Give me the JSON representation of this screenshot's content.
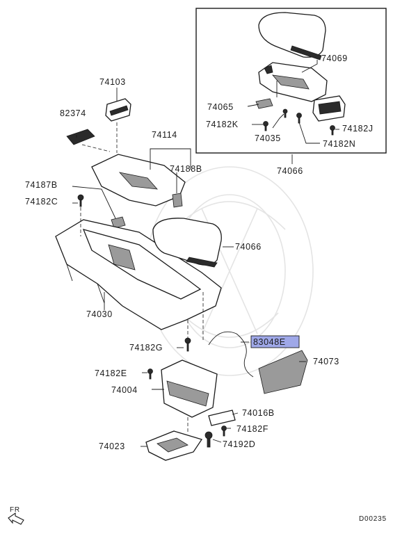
{
  "diagram": {
    "callouts": [
      {
        "id": "74103",
        "text": "74103"
      },
      {
        "id": "82374",
        "text": "82374"
      },
      {
        "id": "74114",
        "text": "74114"
      },
      {
        "id": "74188B",
        "text": "74188B"
      },
      {
        "id": "74187B",
        "text": "74187B"
      },
      {
        "id": "74182C",
        "text": "74182C"
      },
      {
        "id": "74066a",
        "text": "74066"
      },
      {
        "id": "74030",
        "text": "74030"
      },
      {
        "id": "74069",
        "text": "74069"
      },
      {
        "id": "74065",
        "text": "74065"
      },
      {
        "id": "74182K",
        "text": "74182K"
      },
      {
        "id": "74035",
        "text": "74035"
      },
      {
        "id": "74182N",
        "text": "74182N"
      },
      {
        "id": "74182J",
        "text": "74182J"
      },
      {
        "id": "74066b",
        "text": "74066"
      },
      {
        "id": "83048E",
        "text": "83048E"
      },
      {
        "id": "74073",
        "text": "74073"
      },
      {
        "id": "74182G",
        "text": "74182G"
      },
      {
        "id": "74182E",
        "text": "74182E"
      },
      {
        "id": "74004",
        "text": "74004"
      },
      {
        "id": "74016B",
        "text": "74016B"
      },
      {
        "id": "74182F",
        "text": "74182F"
      },
      {
        "id": "74023",
        "text": "74023"
      },
      {
        "id": "74192D",
        "text": "74192D"
      }
    ],
    "highlight_color": "#9fa8e8",
    "front_marker": {
      "text": "FR",
      "icon": "front-arrow-icon"
    },
    "drawing_code": "D00235"
  }
}
